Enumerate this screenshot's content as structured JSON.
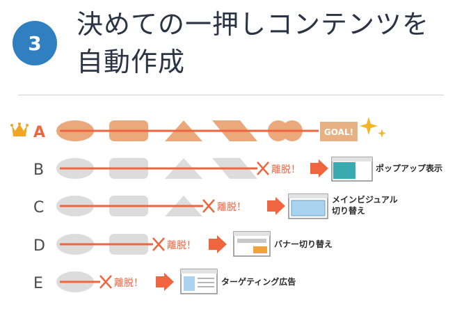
{
  "header": {
    "step_number": "3",
    "title_line1": "決めての一押しコンテンツを",
    "title_line2": "自動作成"
  },
  "colors": {
    "accent": "#ee6540",
    "badge": "#2f7fc1",
    "orange_shape": "#eba97b",
    "gray_shape": "#dcdcdc",
    "goal_box": "#e8b184",
    "sparkle": "#f2b526",
    "crown": "#f0a624",
    "screen_teal": "#3aaab0",
    "screen_blue": "#a9d3ee",
    "banner_orange": "#f2a23c"
  },
  "rows": [
    {
      "label": "A",
      "crown": true,
      "goal": "GOAL!",
      "exit": "",
      "result": ""
    },
    {
      "label": "B",
      "crown": false,
      "goal": "",
      "exit": "離脱！",
      "result_line1": "ポップアップ表示",
      "result_line2": ""
    },
    {
      "label": "C",
      "crown": false,
      "goal": "",
      "exit": "離脱！",
      "result_line1": "メインビジュアル",
      "result_line2": "切り替え"
    },
    {
      "label": "D",
      "crown": false,
      "goal": "",
      "exit": "離脱！",
      "result_line1": "バナー切り替え",
      "result_line2": ""
    },
    {
      "label": "E",
      "crown": false,
      "goal": "",
      "exit": "離脱！",
      "result_line1": "ターゲティング広告",
      "result_line2": ""
    }
  ]
}
